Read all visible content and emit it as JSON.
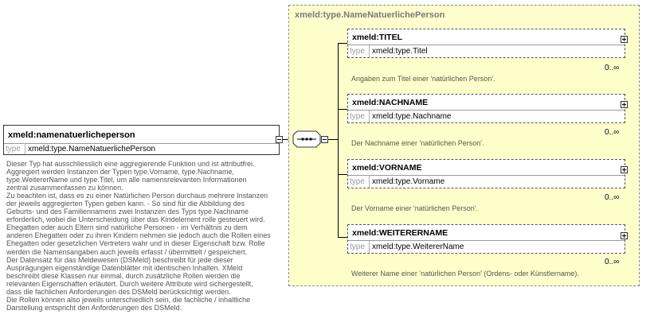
{
  "main": {
    "name": "xmeld:namenatuerlicheperson",
    "type_label": "type",
    "type_value": "xmeld:type.NameNatuerlichePerson",
    "doc_lines": [
      "Dieser Typ hat ausschliesslich eine aggregierende Funktion und ist attributfrei.",
      "Aggregiert werden Instanzen der Typen type.Vorname, type.Nachname,",
      "type.WeitererName und type.Titel, um alle namensrelevanten Informationen",
      "zentral zusammenfassen zu können.",
      "Zu beachten ist, dass es zu einer Natürlichen Person durchaus mehrere Instanzen",
      "der jeweils aggregierten Typen geben kann. - So sind für die Abbildung des",
      "Geburts- und des Familiennamens zwei Instanzen des Typs type.Nachname",
      "erforderlich, wobei die Unterscheidung über das Kindelement rolle gesteuert wird.",
      "Ehegatten oder auch Eltern sind natürliche Personen - im Verhältnis zu dem",
      "anderen Ehegatten oder zu ihren Kindern nehmen sie jedoch auch die Rollen eines",
      "Ehegatten oder gesetzlichen Vertreters wahr und in dieser Eigenschaft bzw. Rolle",
      "werden die Namensangaben auch jeweils erfasst / übermittelt / gespeichert.",
      "Der Datensatz für das Meldewesen (DSMeld) beschreibt für jede dieser",
      "Ausprägungen eigenständige Datenblätter mit identischen Inhalten. XMeld",
      "beschreibt diese Klassen nur einmal, durch zusätzliche Rollen werden die",
      "relevanten Eigenschaften erläutert.  Durch weitere Attribute wird sichergestellt,",
      "dass die fachlichen Anforderungen des DSMeld berücksichtigt werden.",
      "Die Rollen können also jeweils unterschiedlich sein, die fachliche / inhaltliche",
      "Darstellung entspricht den Anforderungen des DSMeld."
    ]
  },
  "type_box": {
    "title": "xmeld:type.NameNatuerlichePerson"
  },
  "children": [
    {
      "name": "xmeld:TITEL",
      "type_label": "type",
      "type_value": "xmeld:type.Titel",
      "occurrence": "0..∞",
      "doc": "Angaben zum Titel einer 'natürlichen Person'."
    },
    {
      "name": "xmeld:NACHNAME",
      "type_label": "type",
      "type_value": "xmeld:type.Nachname",
      "occurrence": "0..∞",
      "doc": "Der Nachname einer 'natürlichen Person'."
    },
    {
      "name": "xmeld:VORNAME",
      "type_label": "type",
      "type_value": "xmeld:type.Vorname",
      "occurrence": "0..∞",
      "doc": "Der Vorname einer 'natürlichen Person'."
    },
    {
      "name": "xmeld:WEITERERNAME",
      "type_label": "type",
      "type_value": "xmeld:type.WeitererName",
      "occurrence": "0..∞",
      "doc": "Weiterer Name einer 'natürlichen Person' (Ordens- oder Künstlername)."
    }
  ],
  "colors": {
    "type_box_bg": "#ffffcc",
    "type_box_border": "#8c8c8c",
    "doc_text": "#555555",
    "type_label": "#999999"
  },
  "icons": {
    "sequence": "sequence-compositor-icon",
    "expand": "plus-icon",
    "collapse": "minus-icon"
  }
}
